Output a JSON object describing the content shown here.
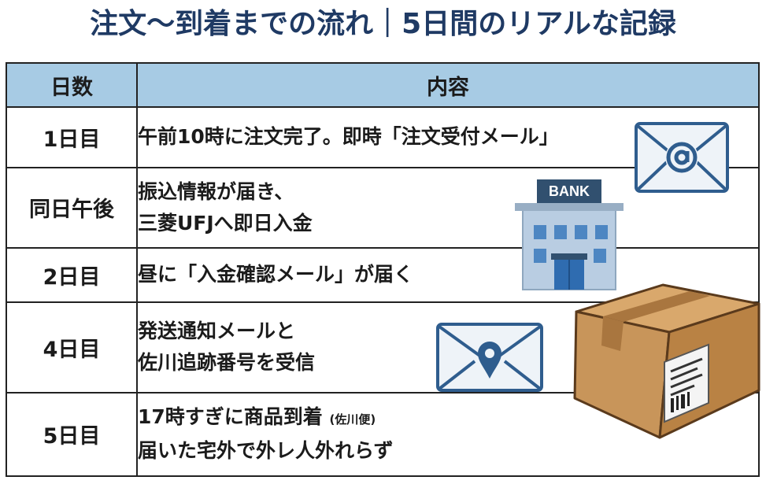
{
  "title": "注文〜到着までの流れ｜5日間のリアルな記録",
  "table": {
    "headers": {
      "day": "日数",
      "content": "内容"
    },
    "rows": [
      {
        "day": "1日目",
        "lines": [
          "午前10時に注文完了。即時「注文受付メール」"
        ]
      },
      {
        "day": "同日午後",
        "lines": [
          "振込情報が届き、",
          "三菱UFJへ即日入金"
        ]
      },
      {
        "day": "2日目",
        "lines": [
          "昼に「入金確認メール」が届く"
        ]
      },
      {
        "day": "4日目",
        "lines": [
          "発送通知メールと",
          "佐川追跡番号を受信"
        ]
      },
      {
        "day": "5日目",
        "lines": [
          "17時すぎに商品到着",
          "届いた宅外で外レ人外れらず"
        ],
        "note": "(佐川便)"
      }
    ]
  },
  "icons": {
    "mail_at": "envelope-at-icon",
    "bank": "bank-building-icon",
    "bank_sign": "BANK",
    "mail_location": "envelope-location-icon",
    "package": "cardboard-box-icon"
  },
  "colors": {
    "title": "#1f3a64",
    "header_bg": "#a7cbe4",
    "icon_blue": "#2f5d8e",
    "envelope_bg": "#eef3f8",
    "box": "#c8955a"
  }
}
